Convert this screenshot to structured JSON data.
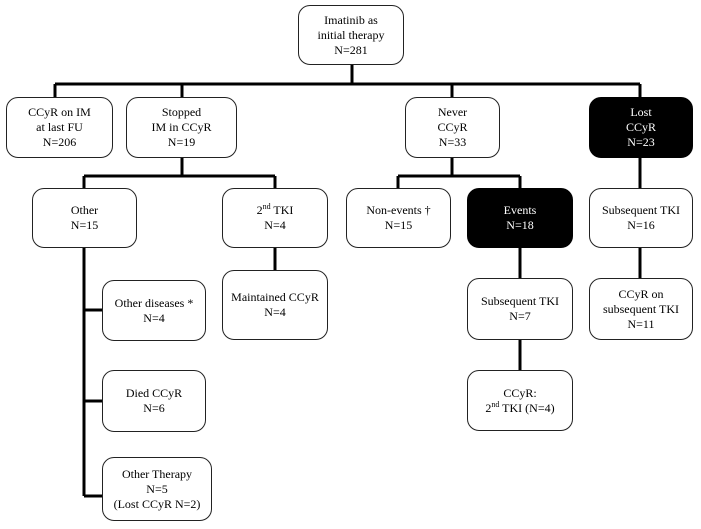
{
  "nodes": {
    "root": {
      "l1": "Imatinib as",
      "l2": "initial therapy",
      "l3": "N=281"
    },
    "ccyr_im": {
      "l1": "CCyR on IM",
      "l2": "at last FU",
      "l3": "N=206"
    },
    "stopped": {
      "l1": "Stopped",
      "l2": "IM in CCyR",
      "l3": "N=19"
    },
    "never": {
      "l1": "Never",
      "l2": "CCyR",
      "l3": "N=33"
    },
    "lost": {
      "l1": "Lost",
      "l2": "CCyR",
      "l3": "N=23"
    },
    "other": {
      "l1": "Other",
      "l2": "N=15"
    },
    "tki2": {
      "pre": "2",
      "sup": "nd",
      "post": " TKI",
      "l2": "N=4"
    },
    "nonevents": {
      "l1": "Non-events †",
      "l2": "N=15"
    },
    "events": {
      "l1": "Events",
      "l2": "N=18"
    },
    "sub_tki_16": {
      "l1": "Subsequent TKI",
      "l2": "N=16"
    },
    "maintained": {
      "l1": "Maintained CCyR",
      "l2": "N=4"
    },
    "sub_tki_7": {
      "l1": "Subsequent TKI",
      "l2": "N=7"
    },
    "ccyr_sub": {
      "l1": "CCyR on",
      "l2": "subsequent TKI",
      "l3": "N=11"
    },
    "other_dis": {
      "l1": "Other diseases *",
      "l2": "N=4"
    },
    "ccyr_2nd": {
      "l1": "CCyR:",
      "pre": "2",
      "sup": "nd",
      "post": " TKI (N=4)"
    },
    "died": {
      "l1": "Died CCyR",
      "l2": "N=6"
    },
    "other_ther": {
      "l1": "Other Therapy",
      "l2": "N=5",
      "l3": "(Lost CCyR N=2)"
    }
  }
}
